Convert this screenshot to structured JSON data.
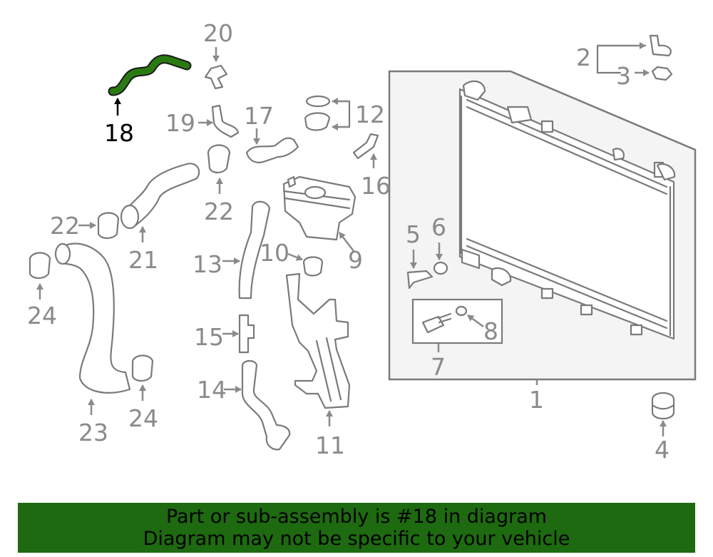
{
  "callouts": [
    "1",
    "2",
    "3",
    "4",
    "5",
    "6",
    "7",
    "8",
    "9",
    "10",
    "11",
    "12",
    "13",
    "14",
    "15",
    "16",
    "17",
    "18",
    "19",
    "20",
    "21",
    "22",
    "22",
    "23",
    "24",
    "24"
  ],
  "highlight_color": "#2a7a12",
  "banner": {
    "line1": "Part or sub-assembly is #18 in diagram",
    "line2": "Diagram may not be specific to your vehicle",
    "background": "#1e6a10"
  }
}
